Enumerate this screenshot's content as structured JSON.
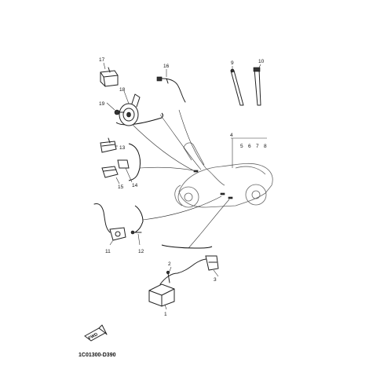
{
  "diagram": {
    "code": "1C01300-D390",
    "fwd_label": "FWD",
    "callouts": {
      "c1": "1",
      "c2": "2",
      "c3": "3",
      "c4": "4",
      "c5": "5",
      "c6": "6",
      "c7": "7",
      "c8": "8",
      "c9": "9",
      "c10": "10",
      "c11": "11",
      "c12": "12",
      "c13": "13",
      "c14": "14",
      "c15": "15",
      "c16": "16",
      "c17": "17",
      "c18": "18",
      "c19": "19"
    }
  }
}
